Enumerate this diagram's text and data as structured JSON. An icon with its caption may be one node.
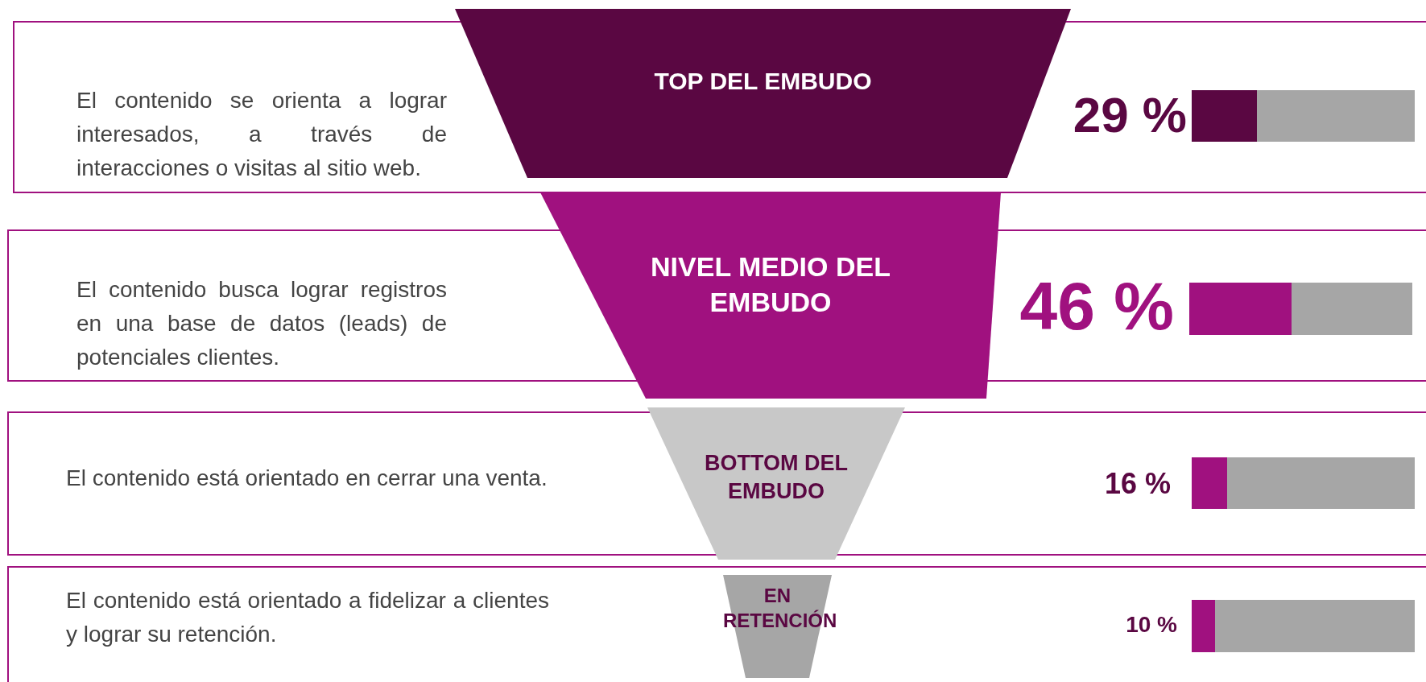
{
  "diagram": {
    "nodes": [
      {
        "text": [
          "El contenido se orienta a lograr interesados, a través de interacciones o visitas al sitio web."
        ]
      },
      {
        "text": [
          "TOP DEL EMBUDO"
        ]
      },
      {
        "text": [
          "El contenido busca lograr registros en una base de datos (leads) de potenciales clientes."
        ]
      },
      {
        "text": [
          "NIVEL MEDIO DEL EMBUDO"
        ]
      },
      {
        "text": [
          "El contenido está orientado en cerrar una venta."
        ]
      },
      {
        "text": [
          "BOTTOM DEL EMBUDO"
        ],
        "in": 4
      },
      {
        "text": [
          "El contenido está orientado a fidelizar a clientes y lograr su retención."
        ]
      },
      {
        "text": [
          "EN RETENCIÓN"
        ],
        "in": 6
      }
    ],
    "edges": [],
    "labels": [
      "29 %",
      "46 %",
      "16 %",
      "10 %"
    ]
  }
}
